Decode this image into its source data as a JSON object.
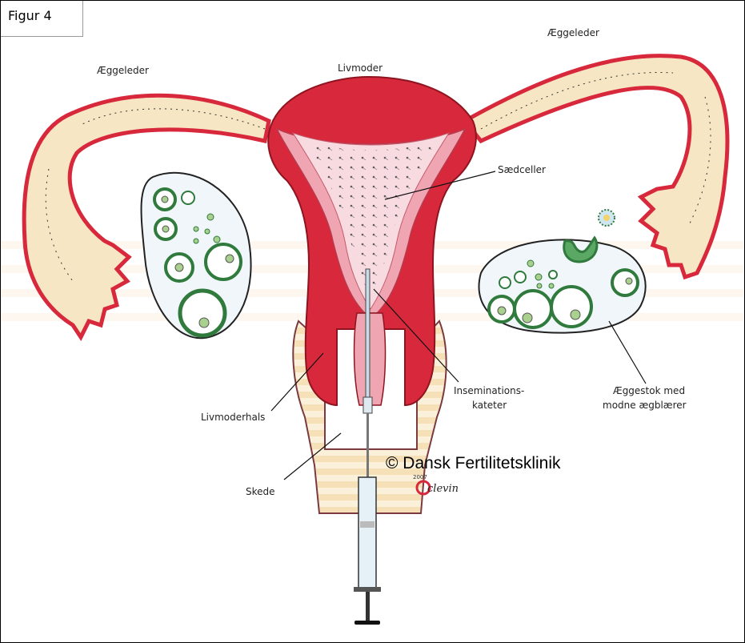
{
  "figure_label": "Figur 4",
  "labels": {
    "aeggeleder_left": "Æggeleder",
    "aeggeleder_right": "Æggeleder",
    "livmoder": "Livmoder",
    "saedceller": "Sædceller",
    "inseminations_line1": "Inseminations-",
    "inseminations_line2": "kateter",
    "aeggestok_line1": "Æggestok med",
    "aeggestok_line2": "modne ægblærer",
    "livmoderhals": "Livmoderhals",
    "skede": "Skede"
  },
  "copyright": "© Dansk Fertilitetsklinik",
  "signature": "clevin",
  "signature_year": "2007",
  "colors": {
    "uterus": "#d8283c",
    "uterus_dark": "#8e1420",
    "cavity": "#f0a6b2",
    "cavity_light": "#f8dbe0",
    "tube_fill": "#f6e6c4",
    "ovary_fill": "#f0f6fa",
    "follicle": "#2f7a3c",
    "follicle_light": "#a9d08e",
    "vagina": "#f6e0b8",
    "catheter": "#c8dbe8"
  },
  "icons": [
    "syringe-icon",
    "copyright-icon"
  ]
}
